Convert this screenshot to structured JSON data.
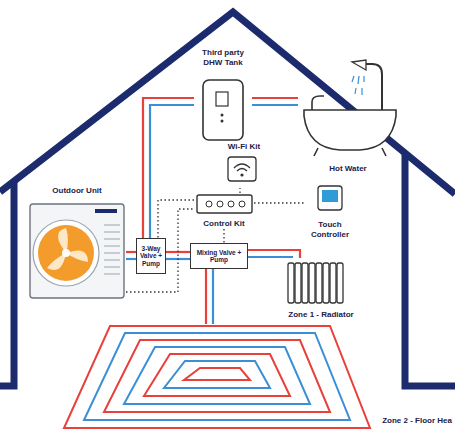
{
  "diagram": {
    "nodes": [
      {
        "text": [
          "Outdoor Unit"
        ]
      },
      {
        "text": [
          "Third party DHW Tank"
        ]
      },
      {
        "text": [
          "Hot Water"
        ]
      },
      {
        "text": [
          "Wi-Fi Kit"
        ]
      },
      {
        "text": [
          "Control Kit"
        ]
      },
      {
        "text": [
          "Touch Controller"
        ]
      },
      {
        "text": [
          "3-Way Valve + Pump"
        ]
      },
      {
        "text": [
          "Mixing Valve + Pump"
        ]
      },
      {
        "text": [
          "Zone 1 - Radiator"
        ]
      },
      {
        "text": [
          "Zone 2 - Floor Hea"
        ]
      }
    ],
    "edges": [
      {
        "from": 0,
        "to": 6,
        "arrow": "none"
      },
      {
        "from": 6,
        "to": 1,
        "arrow": "none"
      },
      {
        "from": 1,
        "to": 2,
        "arrow": "none"
      },
      {
        "from": 6,
        "to": 7,
        "arrow": "none"
      },
      {
        "from": 7,
        "to": 8,
        "arrow": "none"
      },
      {
        "from": 7,
        "to": 9,
        "arrow": "none"
      },
      {
        "from": 4,
        "to": 3,
        "arrow": "none"
      },
      {
        "from": 4,
        "to": 5,
        "arrow": "none"
      },
      {
        "from": 4,
        "to": 6,
        "arrow": "none"
      },
      {
        "from": 4,
        "to": 7,
        "arrow": "none"
      },
      {
        "from": 0,
        "to": 4,
        "arrow": "none"
      }
    ]
  }
}
